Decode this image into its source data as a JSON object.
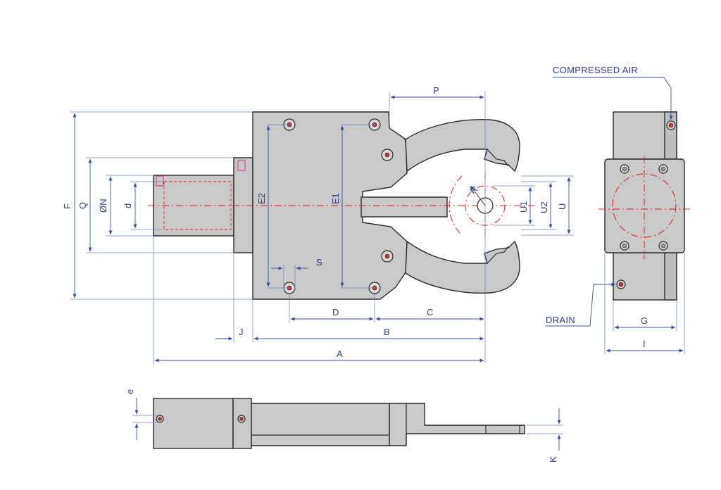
{
  "labels": {
    "compressed_air": "COMPRESSED AIR",
    "drain": "DRAIN"
  },
  "dimensions": {
    "A": "A",
    "B": "B",
    "C": "C",
    "D": "D",
    "E1": "E1",
    "E2": "E2",
    "F": "F",
    "G": "G",
    "I": "I",
    "J": "J",
    "K": "K",
    "P": "P",
    "Q": "Q",
    "N": "ØN",
    "R": "R",
    "S": "S",
    "U": "U",
    "U1": "U1",
    "U2": "U2",
    "d": "d",
    "e": "e"
  },
  "colors": {
    "part_fill": "#c9c9c9",
    "outline": "#2a2a2a",
    "dimension_line": "#3b4f9a",
    "center_line": "#e0201a"
  }
}
